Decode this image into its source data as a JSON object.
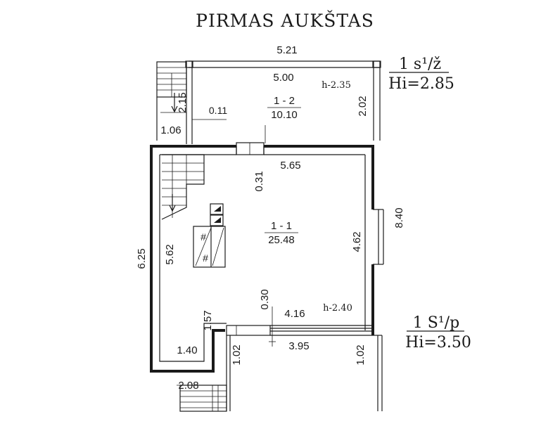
{
  "title": "PIRMAS AUKŠTAS",
  "colors": {
    "ink": "#1a1a1a",
    "background": "#ffffff"
  },
  "dimensions": {
    "top_width": "5.21",
    "room12_inner_width": "5.00",
    "room12_right": "2.02",
    "stair_top_vertical": "2.15",
    "step_offset": "0.11",
    "stair_top_width": "1.06",
    "main_width": "5.65",
    "door_top": "0.31",
    "main_left_inner": "5.62",
    "main_left_outer": "6.25",
    "main_right_inner": "4.62",
    "main_right_outer": "8.40",
    "door_bottom": "0.30",
    "bottom_inner_width": "4.16",
    "bottom_width": "3.95",
    "niche_height": "1.57",
    "niche_width": "1.40",
    "terrace_left": "1.02",
    "terrace_right": "1.02",
    "stair_bottom_width": "2.08"
  },
  "heights": {
    "room12": "h-2.35",
    "room11": "h-2.40"
  },
  "rooms": {
    "room12": {
      "number": "1 - 2",
      "area": "10.10"
    },
    "room11": {
      "number": "1 - 1",
      "area": "25.48"
    }
  },
  "annotations": {
    "upper": {
      "code": "1 s¹/ž",
      "height": "Hi=2.85"
    },
    "lower": {
      "code": "1 S¹/p",
      "height": "Hi=3.50"
    }
  }
}
